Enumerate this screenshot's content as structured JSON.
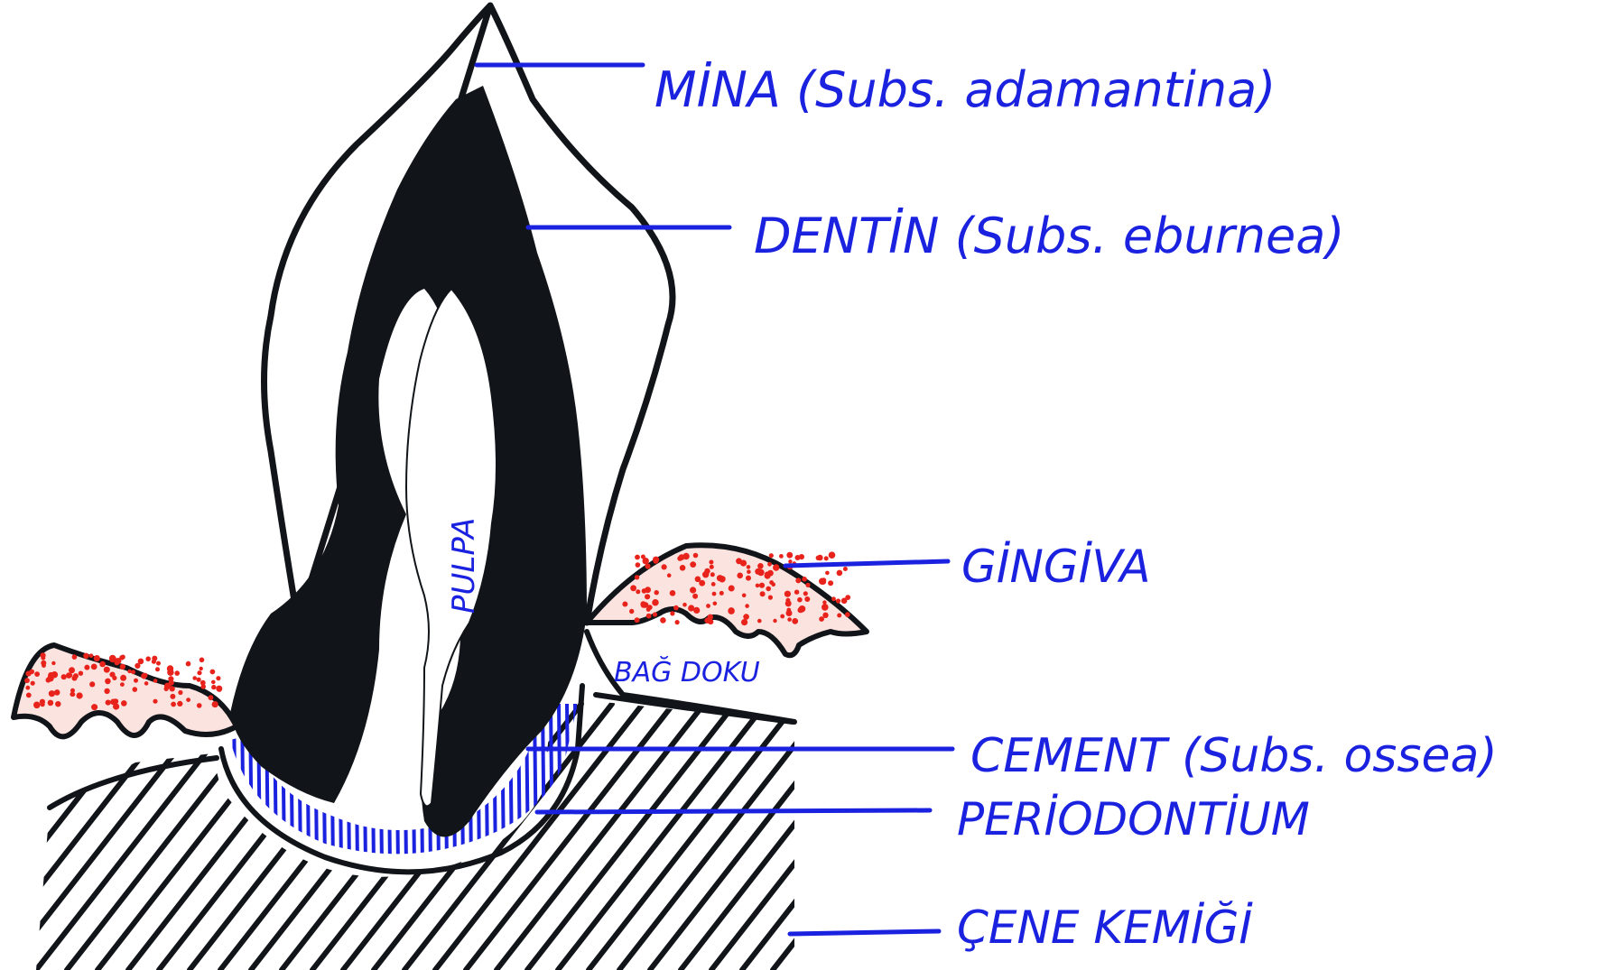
{
  "labels": {
    "mina": "MİNA (Subs. adamantina)",
    "dentin": "DENTİN (Subs. eburnea)",
    "pulpa": "PULPA",
    "gingiva": "GİNGİVA",
    "bag_doku": "BAĞ DOKU",
    "cement": "CEMENT (Subs. ossea)",
    "periodontium": "PERİODONTİUM",
    "gene_kemigi": "ÇENE KEMİĞİ"
  },
  "colors": {
    "ink": "#111418",
    "label_blue": "#1a22e0",
    "gingiva_dots": "#e8231c",
    "background": "#ffffff"
  }
}
